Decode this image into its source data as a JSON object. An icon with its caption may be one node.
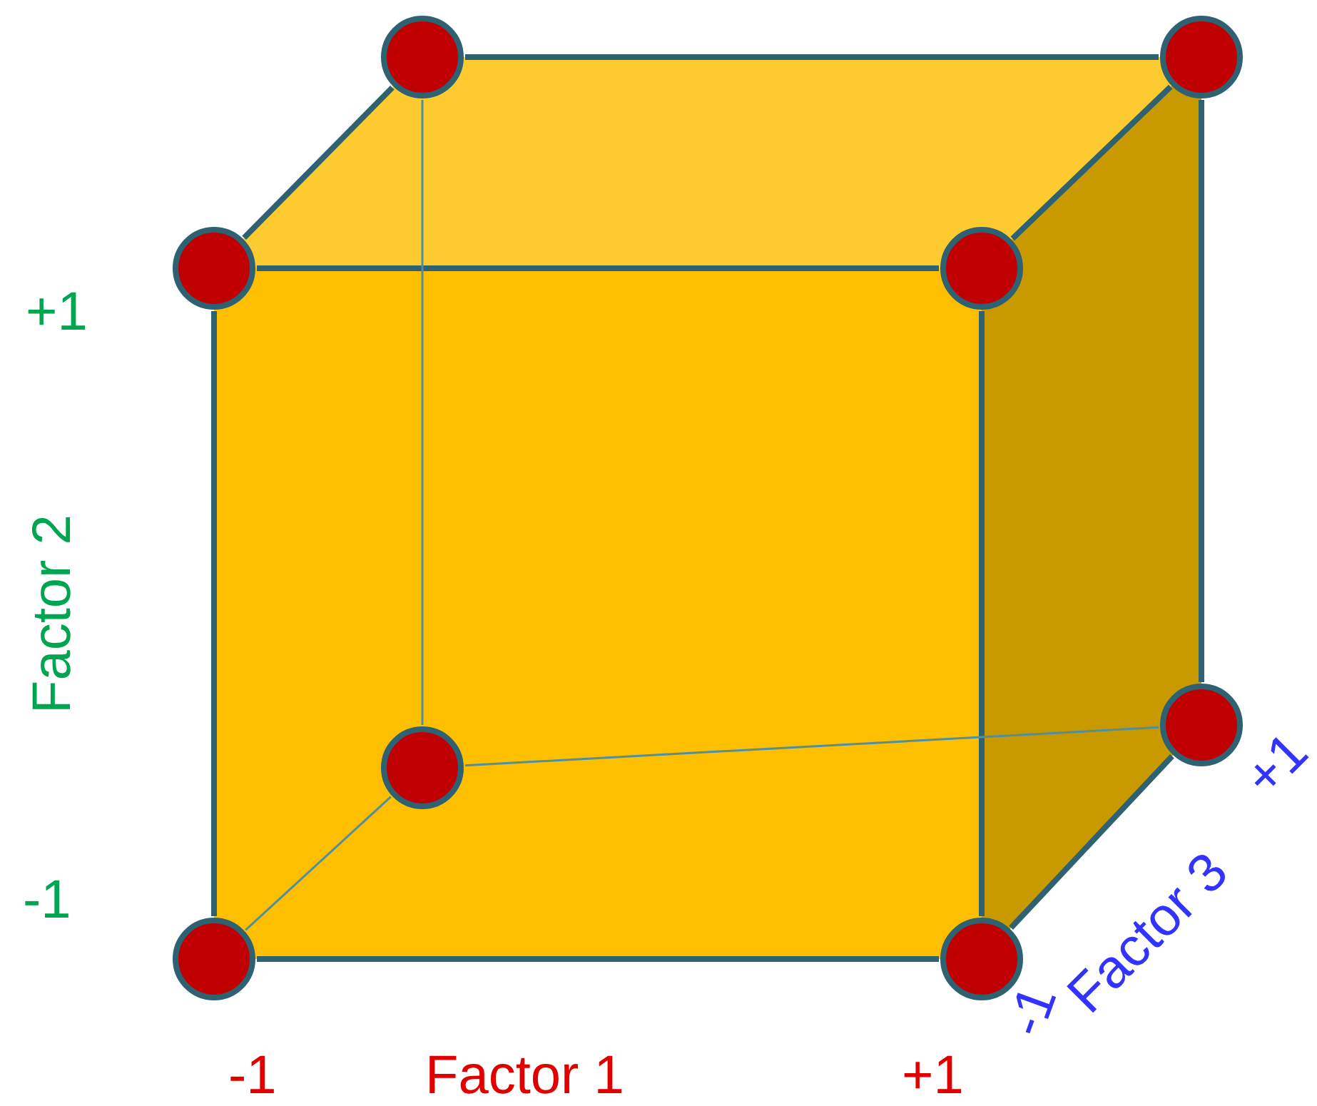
{
  "diagram": {
    "nodes": [
      {
        "text": [],
        "shape": "circle"
      },
      {
        "text": [],
        "shape": "circle"
      },
      {
        "text": [],
        "shape": "circle"
      },
      {
        "text": [],
        "shape": "circle"
      },
      {
        "text": [],
        "shape": "circle"
      },
      {
        "text": [],
        "shape": "circle"
      },
      {
        "text": [],
        "shape": "circle"
      },
      {
        "text": [],
        "shape": "circle"
      }
    ],
    "edges": [
      {
        "from": 0,
        "to": 1,
        "arrow": "none"
      },
      {
        "from": 0,
        "to": 2,
        "arrow": "none"
      },
      {
        "from": 1,
        "to": 3,
        "arrow": "none"
      },
      {
        "from": 2,
        "to": 3,
        "arrow": "none"
      },
      {
        "from": 1,
        "to": 4,
        "arrow": "none"
      },
      {
        "from": 2,
        "to": 6,
        "arrow": "none"
      },
      {
        "from": 3,
        "to": 7,
        "arrow": "none"
      },
      {
        "from": 6,
        "to": 7,
        "arrow": "none"
      },
      {
        "from": 4,
        "to": 7,
        "arrow": "none"
      },
      {
        "from": 0,
        "to": 5,
        "arrow": "none",
        "color": "#4f8fa3"
      },
      {
        "from": 5,
        "to": 4,
        "arrow": "none",
        "color": "#4f8fa3"
      },
      {
        "from": 5,
        "to": 6,
        "arrow": "none",
        "color": "#4f8fa3"
      }
    ],
    "labels": [
      "+1",
      "Factor 2",
      "+1",
      "Factor 3",
      "-1",
      "-1",
      "-1",
      "Factor 1",
      "+1"
    ]
  }
}
